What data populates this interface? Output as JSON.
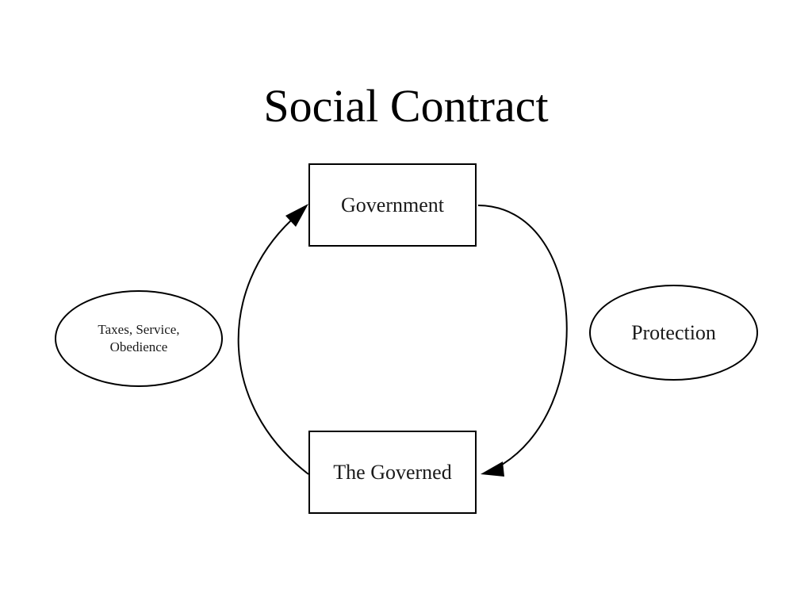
{
  "slide": {
    "title": "Social Contract"
  },
  "diagram": {
    "nodes": {
      "government": "Government",
      "governed": "The Governed",
      "taxes": "Taxes, Service, Obedience",
      "protection": "Protection"
    }
  }
}
